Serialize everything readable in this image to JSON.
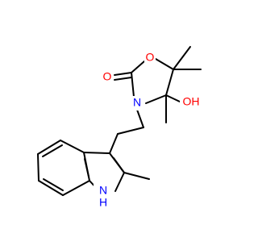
{
  "colors": {
    "bond": "#000000",
    "oxygen": "#ff0000",
    "nitrogen": "#0000ff",
    "background": "#ffffff"
  },
  "labels": {
    "ring_oxygen": "O",
    "carbonyl_oxygen": "O",
    "ring_nitrogen": "N",
    "hydroxyl": "OH",
    "indole_nh_h": "H",
    "indole_nh_n": "N"
  }
}
